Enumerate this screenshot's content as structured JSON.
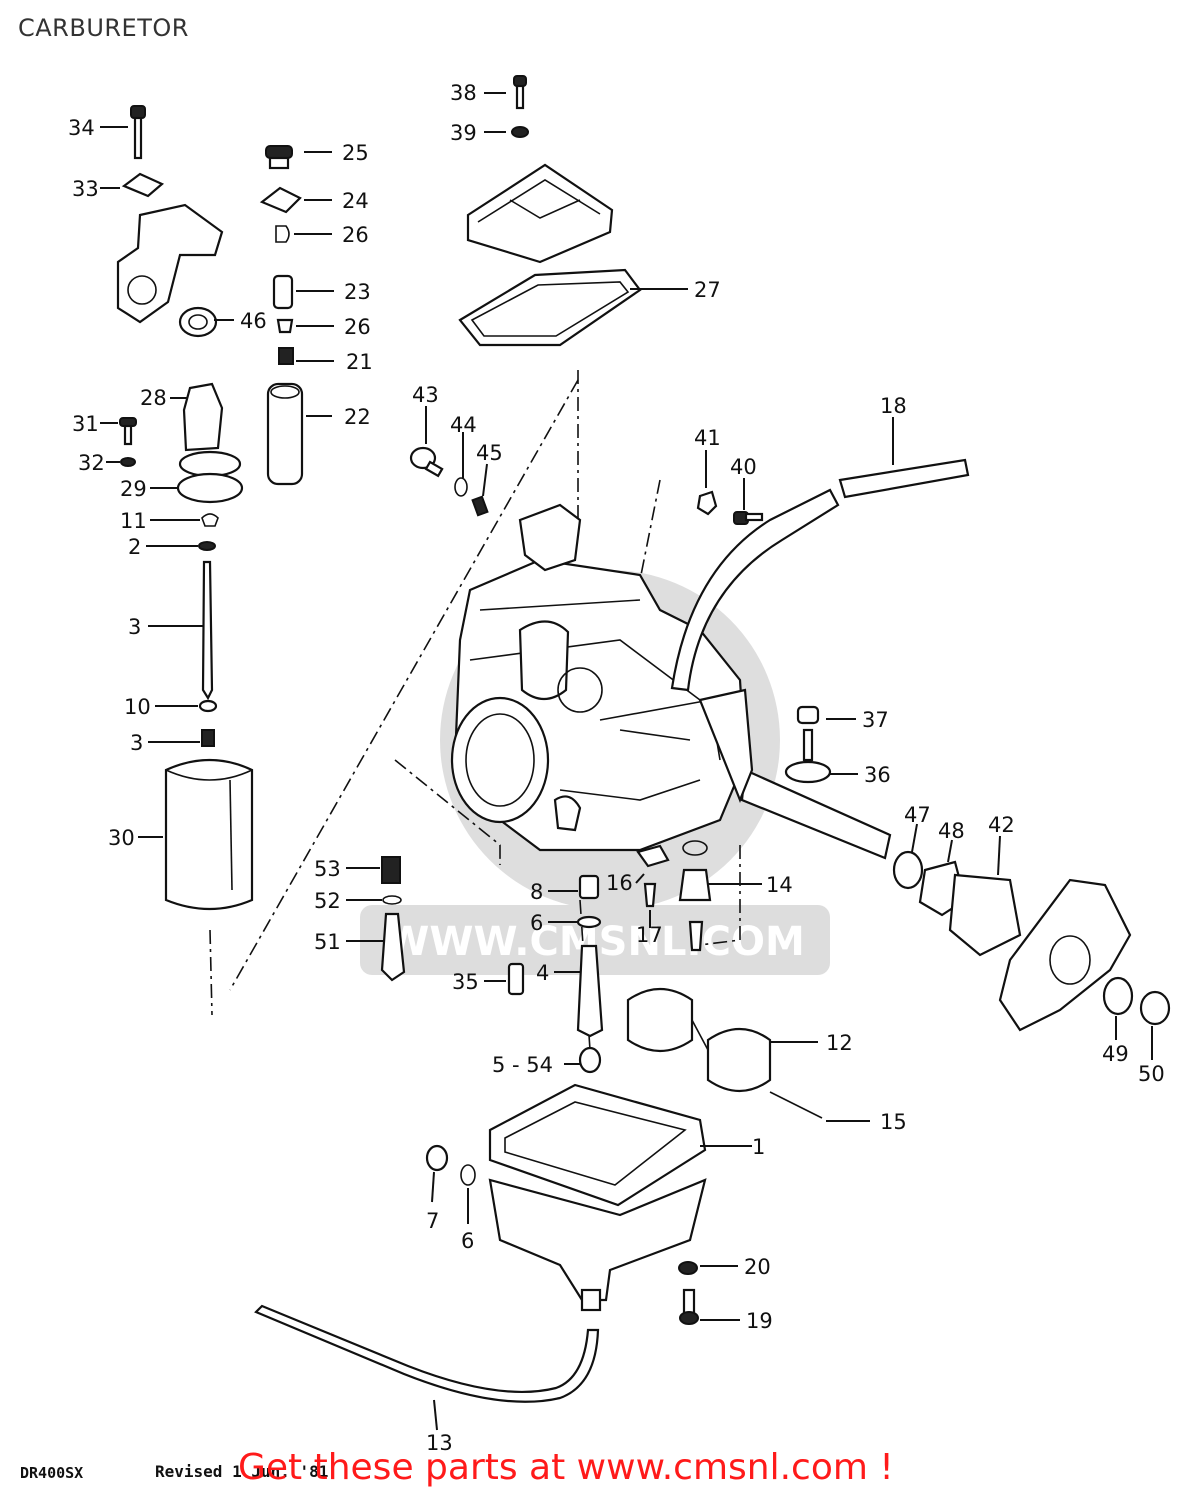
{
  "title": "CARBURETOR",
  "watermark": "WWW.CMSNL.COM",
  "footer": {
    "model": "DR400SX",
    "revised": "Revised 1 Jun. '81"
  },
  "promo": {
    "text": "Get these parts at www.cmsnl.com !",
    "color": "#ff1a1a"
  },
  "callouts": [
    {
      "id": "c38",
      "label": "38"
    },
    {
      "id": "c39",
      "label": "39"
    },
    {
      "id": "c34",
      "label": "34"
    },
    {
      "id": "c33",
      "label": "33"
    },
    {
      "id": "c25",
      "label": "25"
    },
    {
      "id": "c24",
      "label": "24"
    },
    {
      "id": "c26a",
      "label": "26"
    },
    {
      "id": "c23",
      "label": "23"
    },
    {
      "id": "c26b",
      "label": "26"
    },
    {
      "id": "c21",
      "label": "21"
    },
    {
      "id": "c22",
      "label": "22"
    },
    {
      "id": "c46",
      "label": "46"
    },
    {
      "id": "c27",
      "label": "27"
    },
    {
      "id": "c28",
      "label": "28"
    },
    {
      "id": "c31",
      "label": "31"
    },
    {
      "id": "c32",
      "label": "32"
    },
    {
      "id": "c29",
      "label": "29"
    },
    {
      "id": "c11",
      "label": "11"
    },
    {
      "id": "c2",
      "label": "2"
    },
    {
      "id": "c3a",
      "label": "3"
    },
    {
      "id": "c10",
      "label": "10"
    },
    {
      "id": "c3b",
      "label": "3"
    },
    {
      "id": "c30",
      "label": "30"
    },
    {
      "id": "c43",
      "label": "43"
    },
    {
      "id": "c44",
      "label": "44"
    },
    {
      "id": "c45",
      "label": "45"
    },
    {
      "id": "c41",
      "label": "41"
    },
    {
      "id": "c40",
      "label": "40"
    },
    {
      "id": "c18",
      "label": "18"
    },
    {
      "id": "c37",
      "label": "37"
    },
    {
      "id": "c36",
      "label": "36"
    },
    {
      "id": "c47",
      "label": "47"
    },
    {
      "id": "c48",
      "label": "48"
    },
    {
      "id": "c42",
      "label": "42"
    },
    {
      "id": "c53",
      "label": "53"
    },
    {
      "id": "c52",
      "label": "52"
    },
    {
      "id": "c51",
      "label": "51"
    },
    {
      "id": "c8",
      "label": "8"
    },
    {
      "id": "c6a",
      "label": "6"
    },
    {
      "id": "c4",
      "label": "4"
    },
    {
      "id": "c35",
      "label": "35"
    },
    {
      "id": "c16",
      "label": "16"
    },
    {
      "id": "c17",
      "label": "17"
    },
    {
      "id": "c14",
      "label": "14"
    },
    {
      "id": "c12",
      "label": "12"
    },
    {
      "id": "c549",
      "label": "5 - 54"
    },
    {
      "id": "c15",
      "label": "15"
    },
    {
      "id": "c1",
      "label": "1"
    },
    {
      "id": "c7",
      "label": "7"
    },
    {
      "id": "c6b",
      "label": "6"
    },
    {
      "id": "c20",
      "label": "20"
    },
    {
      "id": "c19",
      "label": "19"
    },
    {
      "id": "c13",
      "label": "13"
    },
    {
      "id": "c49",
      "label": "49"
    },
    {
      "id": "c50",
      "label": "50"
    }
  ]
}
